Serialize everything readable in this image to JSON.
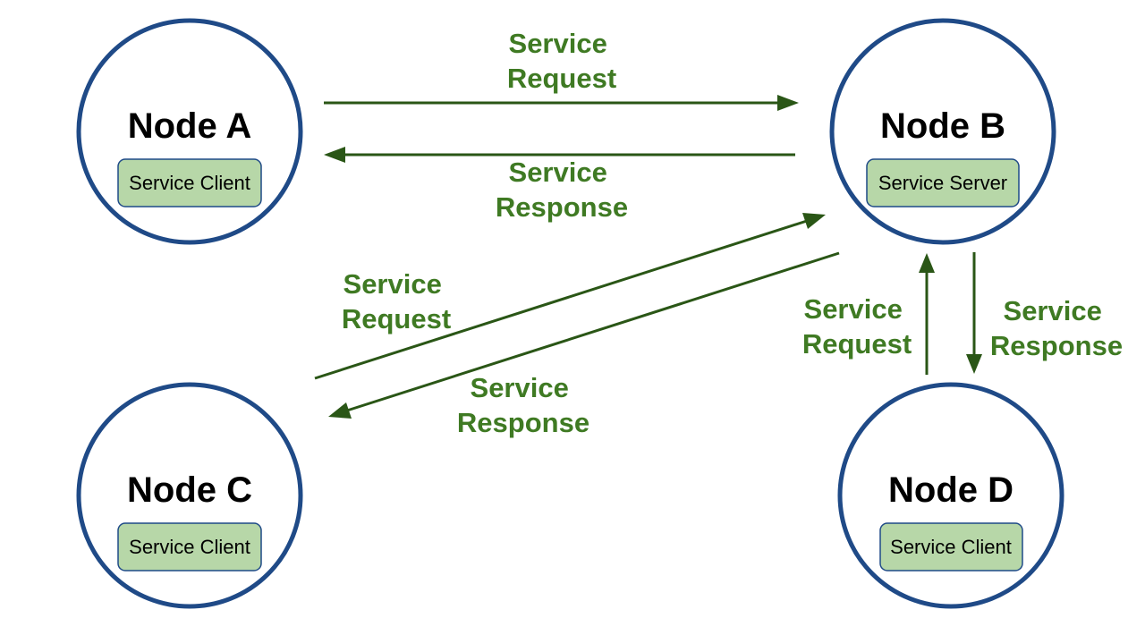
{
  "colors": {
    "node_border": "#1f4a87",
    "service_fill": "#b7d7a8",
    "arrow": "#2a5616",
    "label": "#3f7a23"
  },
  "nodes": {
    "a": {
      "title": "Node A",
      "service": "Service Client"
    },
    "b": {
      "title": "Node B",
      "service": "Service Server"
    },
    "c": {
      "title": "Node C",
      "service": "Service Client"
    },
    "d": {
      "title": "Node D",
      "service": "Service Client"
    }
  },
  "edges": {
    "a_to_b": {
      "line1": "Service",
      "line2": "Request"
    },
    "b_to_a": {
      "line1": "Service",
      "line2": "Response"
    },
    "c_to_b": {
      "line1": "Service",
      "line2": "Request"
    },
    "b_to_c": {
      "line1": "Service",
      "line2": "Response"
    },
    "d_to_b": {
      "line1": "Service",
      "line2": "Request"
    },
    "b_to_d": {
      "line1": "Service",
      "line2": "Response"
    }
  }
}
